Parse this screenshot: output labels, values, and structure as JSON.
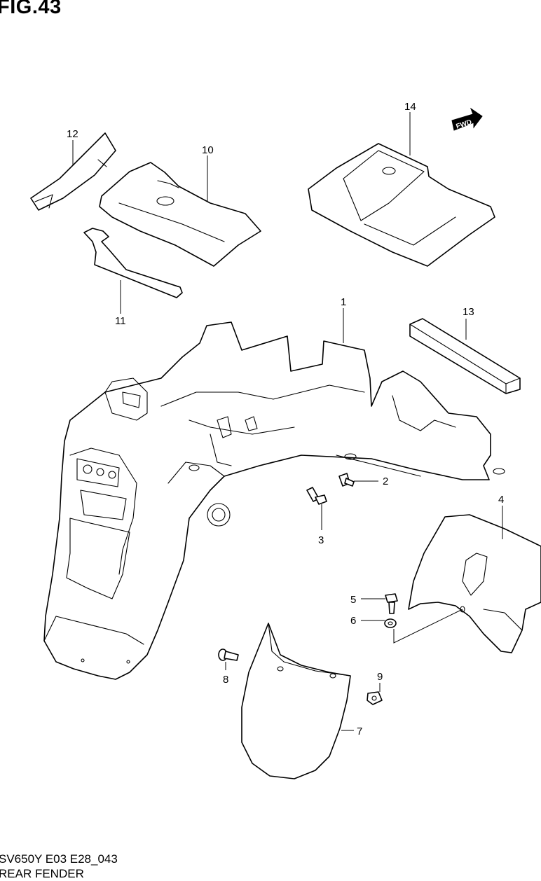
{
  "figure": {
    "title": "FIG.43",
    "code": "SV650Y E03 E28_043",
    "section": "REAR FENDER"
  },
  "direction_marker": {
    "text": "FWD",
    "icon": "forward-arrow-icon"
  },
  "callouts": {
    "c1": "1",
    "c2": "2",
    "c3": "3",
    "c4": "4",
    "c5": "5",
    "c6": "6",
    "c7": "7",
    "c8": "8",
    "c9": "9",
    "c10": "10",
    "c11": "11",
    "c12": "12",
    "c13": "13",
    "c14": "14"
  }
}
